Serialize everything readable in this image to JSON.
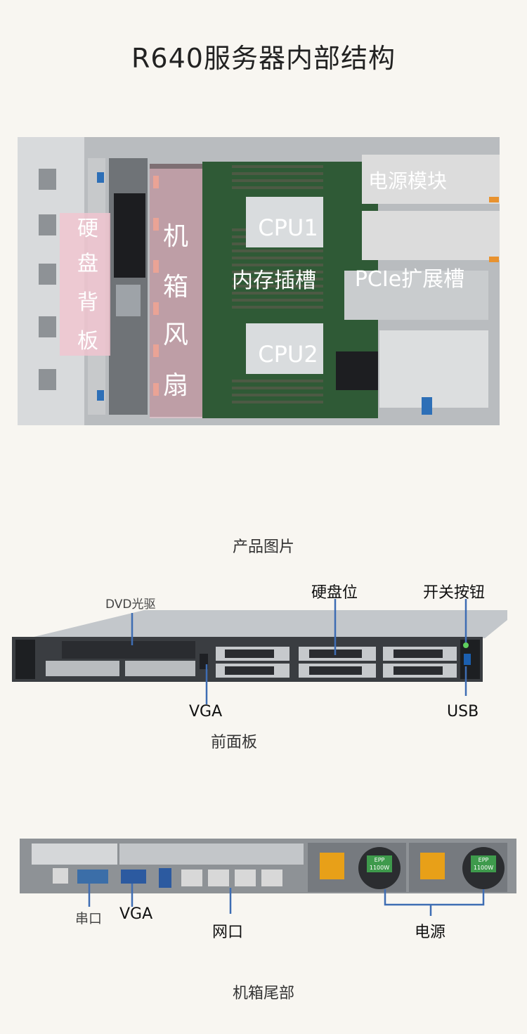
{
  "title": "R640服务器内部结构",
  "internal": {
    "labels": {
      "backplane": [
        "硬",
        "盘",
        "背",
        "板"
      ],
      "fans": [
        "机",
        "箱",
        "风",
        "扇"
      ],
      "cpu1": "CPU1",
      "cpu2": "CPU2",
      "memory": "内存插槽",
      "psu": "电源模块",
      "pcie": "PCIe扩展槽"
    },
    "caption": "产品图片"
  },
  "front": {
    "dvd": "DVD光驱",
    "drive_bays": "硬盘位",
    "power_button": "开关按钮",
    "vga": "VGA",
    "usb": "USB",
    "caption": "前面板"
  },
  "rear": {
    "serial": "串口",
    "vga": "VGA",
    "network": "网口",
    "power": "电源",
    "psu_badge": "EPP",
    "psu_rating": "1100W",
    "caption": "机箱尾部"
  },
  "colors": {
    "accent_line": "#3e6db3",
    "overlay_pink": "#f2c4cf",
    "board_green": "#2f5a36"
  }
}
